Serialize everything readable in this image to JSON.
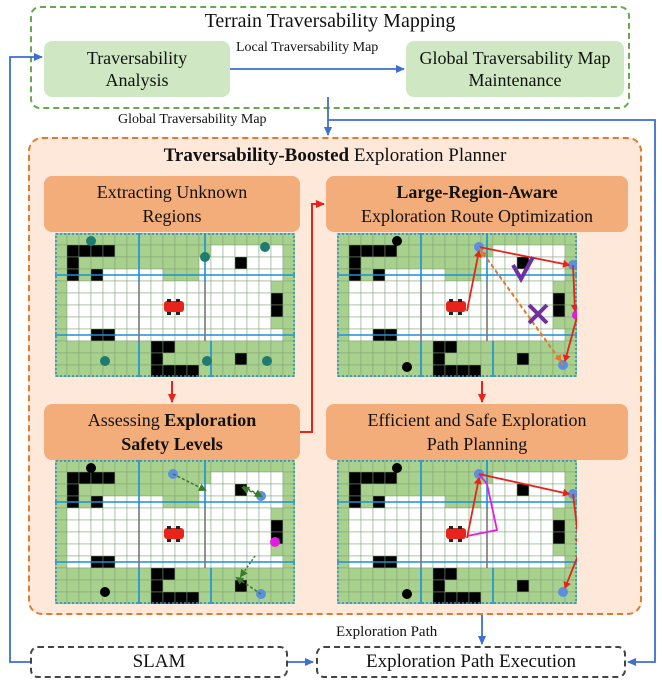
{
  "mapping": {
    "title": "Terrain Traversability Mapping",
    "analysis": "Traversability Analysis",
    "maintenance": "Global Traversability Map Maintenance",
    "local_map_label": "Local Traversability Map",
    "global_map_label": "Global Traversability Map"
  },
  "planner": {
    "title_bold": "Traversability-Boosted",
    "title_rest": " Exploration Planner",
    "step1": "Extracting Unknown Regions",
    "step2_plain": "Assessing ",
    "step2_bold1": "Exploration",
    "step2_bold2": "Safety Levels",
    "step3_bold": "Large-Region-Aware",
    "step3_rest": "Exploration Route Optimization",
    "step4": "Efficient and Safe Exploration Path Planning"
  },
  "bottom": {
    "slam": "SLAM",
    "execution": "Exploration Path Execution",
    "path_label": "Exploration Path"
  },
  "colors": {
    "green_box": "#cfe8c3",
    "green_border": "#6aa84f",
    "orange_border": "#e07a2f",
    "orange_box": "#f3ad7a",
    "panel_bg": "#fde8d9",
    "arrow_blue": "#3b6fd1",
    "arrow_red": "#e8231c",
    "map_green": "#a9d18e",
    "teal": "#1f7a6f",
    "goal_blue": "#5b8fe0",
    "magenta": "#e21de2",
    "purple": "#7030a0"
  }
}
